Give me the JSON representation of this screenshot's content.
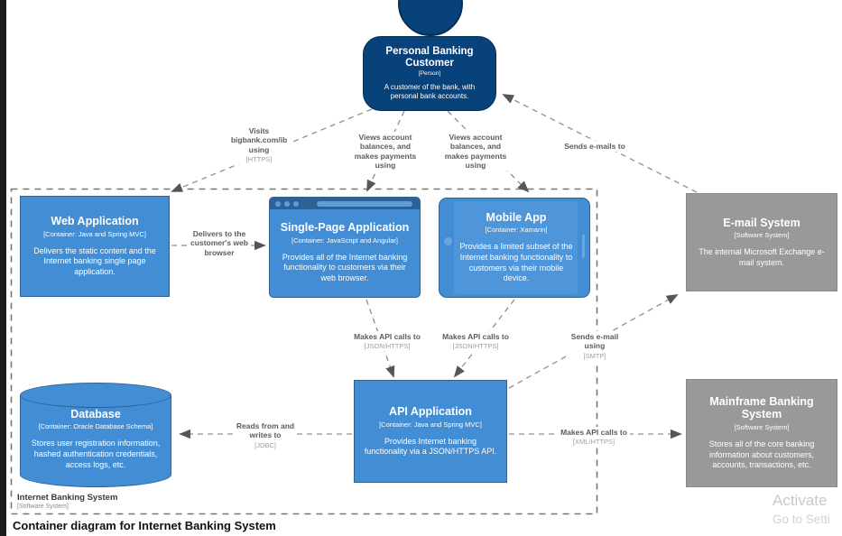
{
  "diagram_title": "Container diagram for Internet Banking System",
  "boundary": {
    "name": "Internet Banking System",
    "meta": "[Software System]"
  },
  "watermark": {
    "line1": "Activate",
    "line2": "Go to Setti"
  },
  "nodes": {
    "customer": {
      "name": "Personal Banking Customer",
      "meta": "[Person]",
      "desc": "A customer of the bank, with personal bank accounts."
    },
    "web_app": {
      "name": "Web Application",
      "meta": "[Container: Java and Spring MVC]",
      "desc": "Delivers the static content and the Internet banking single page application."
    },
    "spa": {
      "name": "Single-Page Application",
      "meta": "[Container: JavaScript and Angular]",
      "desc": "Provides all of the Internet banking functionality to customers via their web browser."
    },
    "mobile": {
      "name": "Mobile App",
      "meta": "[Container: Xamarin]",
      "desc": "Provides a limited subset of the Internet banking functionality to customers via their mobile device."
    },
    "email": {
      "name": "E-mail System",
      "meta": "[Software System]",
      "desc": "The internal Microsoft Exchange e-mail system."
    },
    "database": {
      "name": "Database",
      "meta": "[Container: Oracle Database Schema]",
      "desc": "Stores user registration information, hashed authentication credentials, access logs, etc."
    },
    "api": {
      "name": "API Application",
      "meta": "[Container: Java and Spring MVC]",
      "desc": "Provides Internet banking functionality via a JSON/HTTPS API."
    },
    "mainframe": {
      "name": "Mainframe Banking System",
      "meta": "[Software System]",
      "desc": "Stores all of the core banking information about customers, accounts, transactions, etc."
    }
  },
  "edges": {
    "visits": {
      "label": "Visits\nbigbank.com/ib\nusing",
      "protocol": "[HTTPS]"
    },
    "views_spa": {
      "label": "Views account\nbalances, and\nmakes payments\nusing"
    },
    "views_mobile": {
      "label": "Views account\nbalances, and\nmakes payments\nusing"
    },
    "sends_emails_to": {
      "label": "Sends e-mails to"
    },
    "delivers": {
      "label": "Delivers to the\ncustomer's web\nbrowser"
    },
    "api_calls_spa": {
      "label": "Makes API calls to",
      "protocol": "[JSON/HTTPS]"
    },
    "api_calls_mobile": {
      "label": "Makes API calls to",
      "protocol": "[JSON/HTTPS]"
    },
    "sends_email_smtp": {
      "label": "Sends e-mail\nusing",
      "protocol": "[SMTP]"
    },
    "reads_writes": {
      "label": "Reads from and\nwrites to",
      "protocol": "[JDBC]"
    },
    "api_calls_mainframe": {
      "label": "Makes API calls to",
      "protocol": "[XML/HTTPS]"
    }
  },
  "colors": {
    "container_blue": "#438DD5",
    "container_border": "#2E6295",
    "person_blue": "#08427B",
    "external_gray": "#999999",
    "edge_gray": "#8f8f8f"
  }
}
